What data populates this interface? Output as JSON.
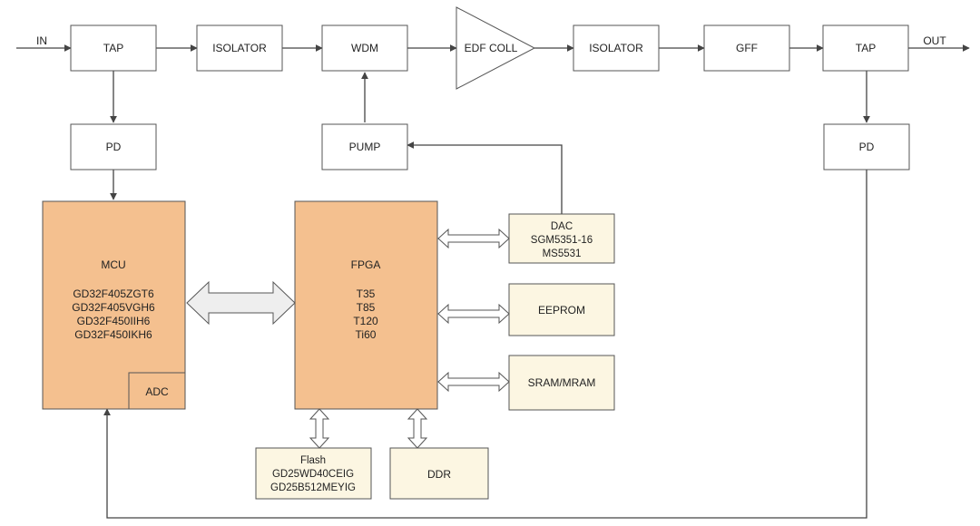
{
  "colors": {
    "chip_fill": "#f4c08f",
    "peripheral_fill": "#fcf6e2",
    "box_fill": "#ffffff",
    "line": "#444444",
    "bus_fill": "#eeeeee"
  },
  "signal_path": {
    "in_label": "IN",
    "out_label": "OUT",
    "tap_in": "TAP",
    "isolator_1": "ISOLATOR",
    "wdm": "WDM",
    "edf_coil": "EDF COLL",
    "isolator_2": "ISOLATOR",
    "gff": "GFF",
    "tap_out": "TAP"
  },
  "monitoring": {
    "pd_in": "PD",
    "pd_out": "PD",
    "pump": "PUMP"
  },
  "mcu": {
    "title": "MCU",
    "parts": [
      "GD32F405ZGT6",
      "GD32F405VGH6",
      "GD32F450IIH6",
      "GD32F450IKH6"
    ],
    "adc": "ADC"
  },
  "fpga": {
    "title": "FPGA",
    "parts": [
      "T35",
      "T85",
      "T120",
      "Ti60"
    ]
  },
  "dac": {
    "lines": [
      "DAC",
      "SGM5351-16",
      "MS5531"
    ]
  },
  "eeprom": "EEPROM",
  "sram": "SRAM/MRAM",
  "flash": {
    "lines": [
      "Flash",
      "GD25WD40CEIG",
      "GD25B512MEYIG"
    ]
  },
  "ddr": "DDR"
}
